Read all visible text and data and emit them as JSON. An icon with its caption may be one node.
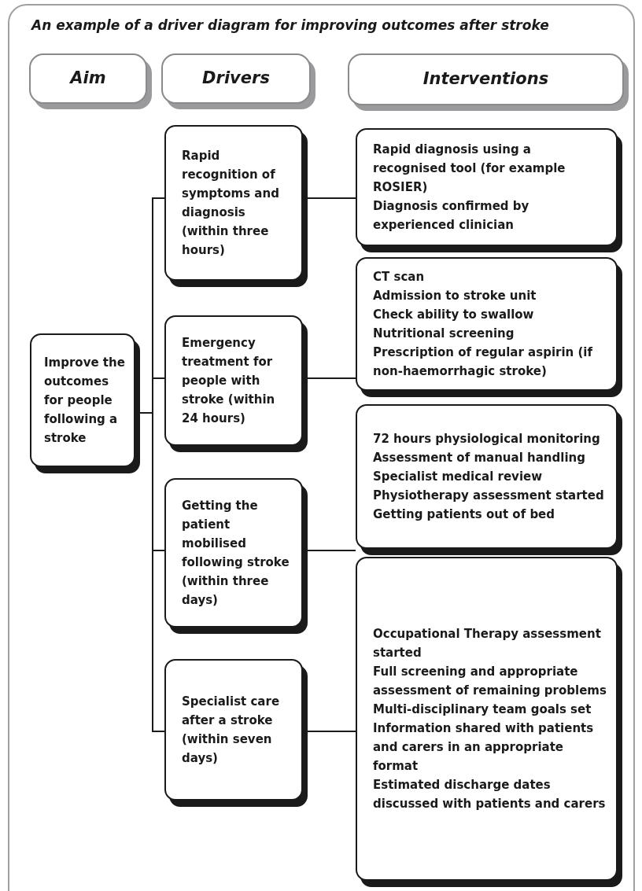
{
  "diagram": {
    "title": "An example of a driver diagram for improving outcomes after stroke",
    "nodes": [
      {
        "text": [
          "Aim"
        ]
      },
      {
        "text": [
          "Drivers"
        ]
      },
      {
        "text": [
          "Interventions"
        ]
      },
      {
        "text": [
          "Improve the outcomes for people following a stroke"
        ]
      },
      {
        "text": [
          "Rapid recognition of symptoms and diagnosis (within three hours)"
        ]
      },
      {
        "text": [
          "Emergency treatment for people with stroke (within 24 hours)"
        ]
      },
      {
        "text": [
          "Getting the patient mobilised following stroke (within three days)"
        ]
      },
      {
        "text": [
          "Specialist care after a stroke (within seven days)"
        ]
      },
      {
        "text": [
          "Rapid diagnosis using a recognised tool (for example ROSIER)",
          "Diagnosis confirmed by experienced clinician"
        ]
      },
      {
        "text": [
          "CT scan",
          "Admission to stroke unit",
          "Check ability to swallow",
          "Nutritional screening",
          "Prescription of regular aspirin (if non-haemorrhagic stroke)"
        ]
      },
      {
        "text": [
          "72 hours physiological monitoring",
          "Assessment of manual handling",
          "Specialist medical review",
          "Physiotherapy assessment started",
          "Getting patients out of bed"
        ]
      },
      {
        "text": [
          "Occupational Therapy assessment started",
          "Full screening and appropriate assessment of remaining problems",
          "Multi-disciplinary team goals set",
          "Information shared with patients and carers in an appropriate format",
          "Estimated discharge dates discussed with patients and carers"
        ]
      }
    ],
    "edges": [
      {
        "from": 3,
        "to": 4,
        "arrow": "none"
      },
      {
        "from": 3,
        "to": 5,
        "arrow": "none"
      },
      {
        "from": 3,
        "to": 6,
        "arrow": "none"
      },
      {
        "from": 3,
        "to": 7,
        "arrow": "none"
      },
      {
        "from": 4,
        "to": 8,
        "arrow": "none"
      },
      {
        "from": 5,
        "to": 9,
        "arrow": "none"
      },
      {
        "from": 6,
        "to": 10,
        "arrow": "none"
      },
      {
        "from": 7,
        "to": 11,
        "arrow": "none"
      }
    ]
  }
}
